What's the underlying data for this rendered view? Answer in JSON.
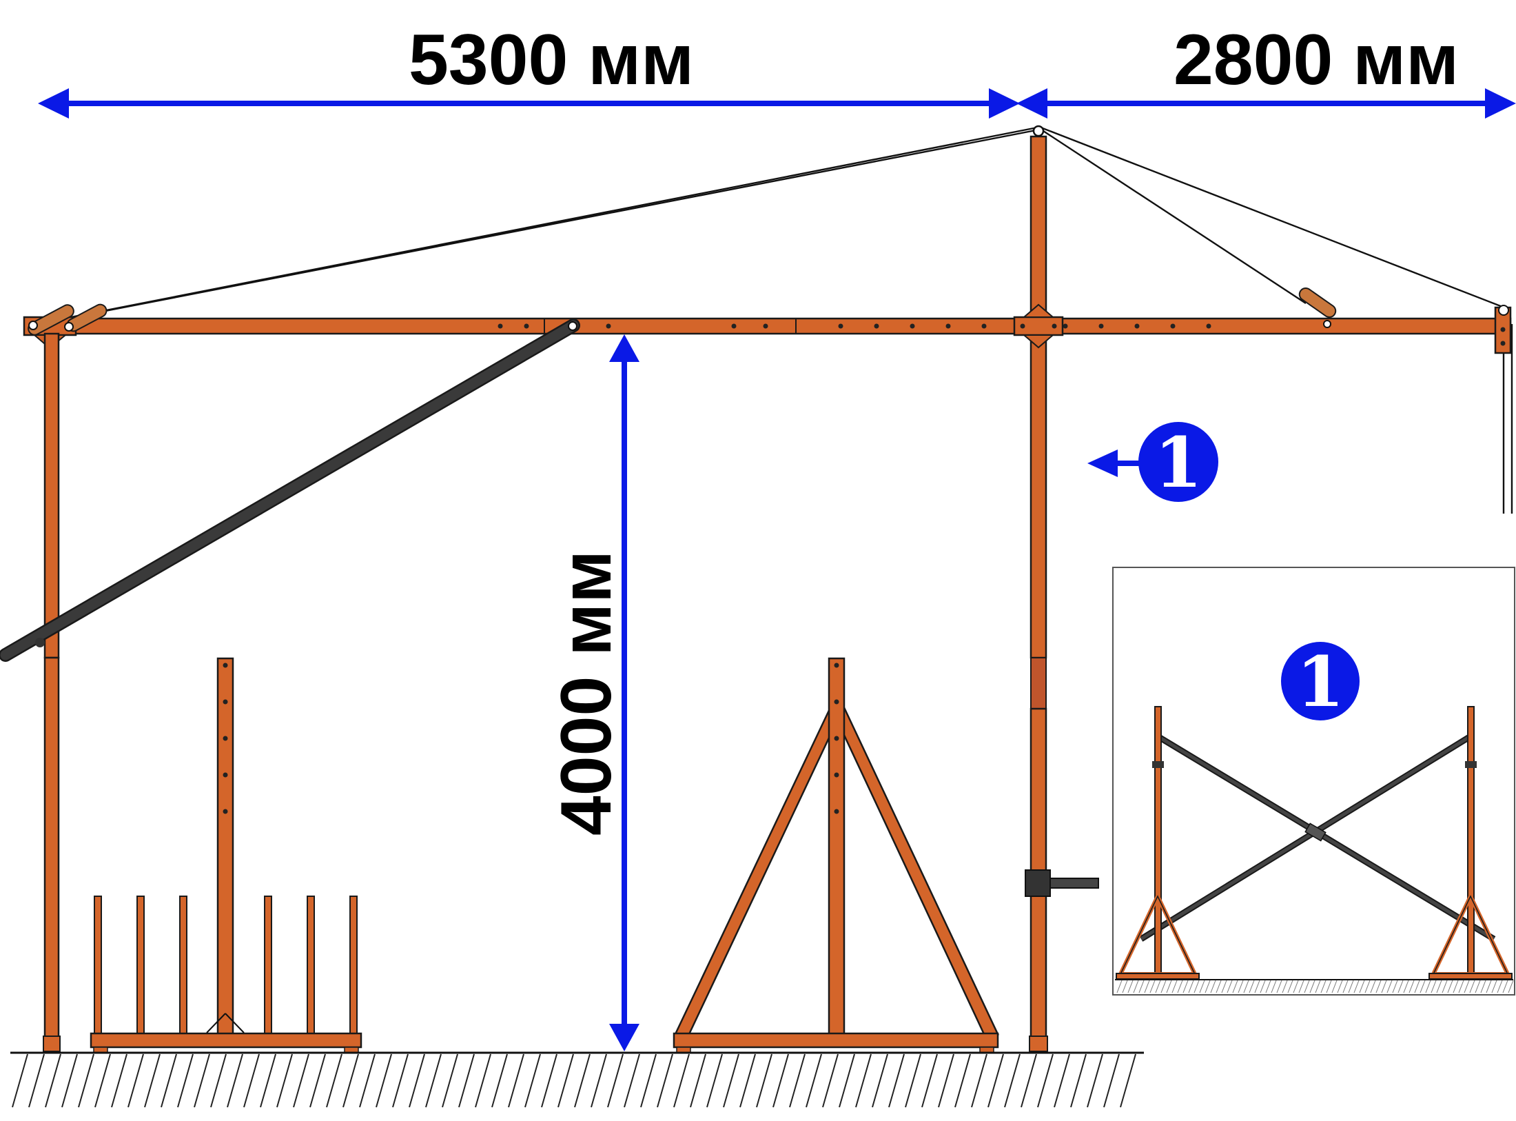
{
  "dimensions": {
    "span_left": "5300 мм",
    "span_right": "2800 мм",
    "height": "4000 мм"
  },
  "callouts": {
    "marker_main": "1",
    "marker_inset": "1"
  },
  "colors": {
    "steel": "#d4652a",
    "dimension_arrows": "#0a19e6",
    "strut": "#3a3a3a",
    "outline": "#1a1a1a"
  }
}
